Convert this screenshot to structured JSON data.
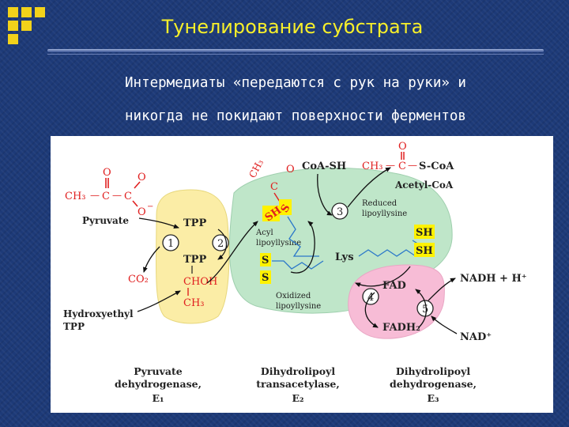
{
  "slide": {
    "title": "Тунелирование субстрата",
    "line1": "Интермедиаты «передаются с рук на руки» и",
    "line2": "никогда не покидают поверхности ферментов"
  },
  "colors": {
    "background": "#1d3a78",
    "title": "#f7ef2a",
    "logo": "#f2d21a",
    "e1_fill": "#fbeda6",
    "e2_fill": "#bfe6c9",
    "e3_fill": "#f7bcd6",
    "highlight_yellow": "#fff200",
    "chem_red": "#e02020"
  },
  "diagram": {
    "pyruvate": {
      "o_top": "O",
      "o_right": "O",
      "ch3": "CH₃",
      "dash1": "—",
      "c1": "C",
      "dash2": "—",
      "c2": "C",
      "o_minus": "O",
      "minus": "−",
      "name": "Pyruvate"
    },
    "tpp_top": "TPP",
    "tpp_bottom": "TPP",
    "step1": "1",
    "step2": "2",
    "step3": "3",
    "step4": "4",
    "step5": "5",
    "co2": "CO₂",
    "chohch3": {
      "choh": "CHOH",
      "ch3": "CH₃"
    },
    "hydroxyethyl": [
      "Hydroxyethyl",
      "TPP"
    ],
    "acyl_group": {
      "ch3": "CH₃",
      "c": "C",
      "o": "O"
    },
    "sh_acyl": "SH",
    "s_acyl": "S",
    "acyl_lipoyl": [
      "Acyl",
      "lipoyllysine"
    ],
    "s_ox1": "S",
    "s_ox2": "S",
    "oxidized_lipoyl": [
      "Oxidized",
      "lipoyllysine"
    ],
    "lys": "Lys",
    "coa_sh": "CoA-SH",
    "acetyl_coa": {
      "o": "O",
      "ch3": "CH₃",
      "dash1": "—",
      "c": "C",
      "dash2": "—",
      "scoa": "S-CoA",
      "name": "Acetyl-CoA"
    },
    "reduced_lipoyl": [
      "Reduced",
      "lipoyllysine"
    ],
    "sh1": "SH",
    "sh2": "SH",
    "fad": "FAD",
    "fadh2": "FADH₂",
    "nadh": "NADH + H⁺",
    "nad": "NAD⁺",
    "enzymes": [
      {
        "line1": "Pyruvate",
        "line2": "dehydrogenase,",
        "line3": "E₁"
      },
      {
        "line1": "Dihydrolipoyl",
        "line2": "transacetylase,",
        "line3": "E₂"
      },
      {
        "line1": "Dihydrolipoyl",
        "line2": "dehydrogenase,",
        "line3": "E₃"
      }
    ]
  }
}
